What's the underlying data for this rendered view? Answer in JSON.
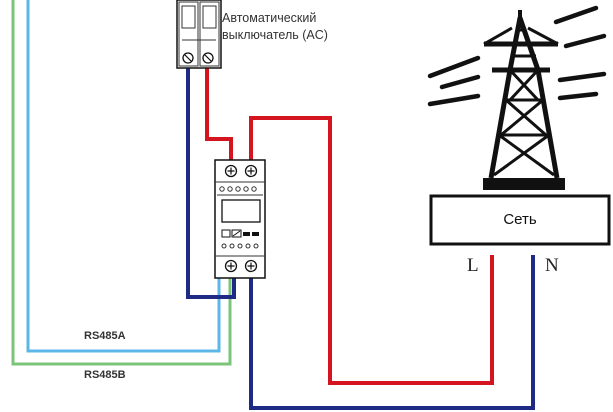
{
  "breaker": {
    "label_line1": "Автоматический",
    "label_line2": "выключатель (AC)"
  },
  "communication": {
    "rs485a": "RS485A",
    "rs485b": "RS485B"
  },
  "grid": {
    "label": "Сеть",
    "terminal_l": "L",
    "terminal_n": "N"
  },
  "colors": {
    "live_wire": "#d4151f",
    "neutral_wire": "#1f2a84",
    "rs485a_wire": "#5cb6e8",
    "rs485b_wire": "#7cc47a",
    "outline": "#111111",
    "device_fill": "#ffffff"
  }
}
